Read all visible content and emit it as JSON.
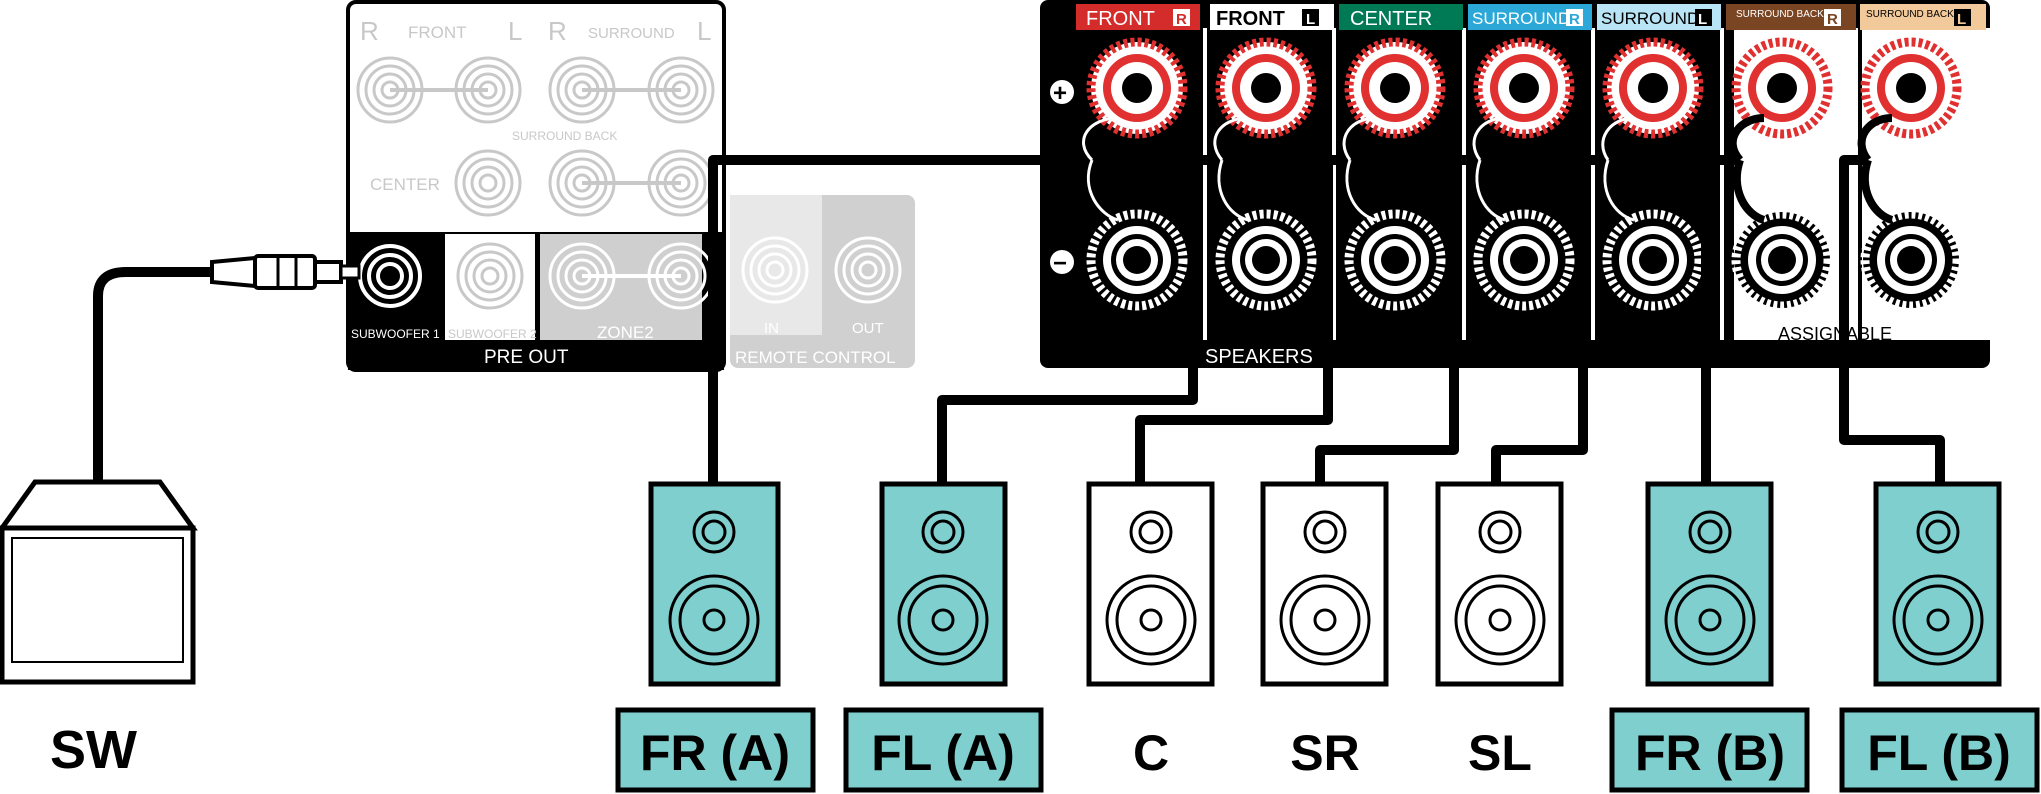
{
  "preout": {
    "front_r": "R",
    "front": "FRONT",
    "front_l": "L",
    "surround_r": "R",
    "surround": "SURROUND",
    "surround_l": "L",
    "surround_back": "SURROUND BACK",
    "center": "CENTER",
    "subwoofer1": "SUBWOOFER 1",
    "subwoofer2": "SUBWOOFER 2",
    "zone2": "ZONE2",
    "bar_label": "PRE OUT"
  },
  "remote": {
    "in": "IN",
    "out": "OUT",
    "bar_label": "REMOTE CONTROL"
  },
  "speaker_terminals": {
    "channels": [
      {
        "label": "FRONT",
        "side": "R",
        "color": "#d42b2b",
        "text_color": "#ffffff"
      },
      {
        "label": "FRONT",
        "side": "L",
        "color": "#ffffff",
        "text_color": "#000000"
      },
      {
        "label": "CENTER",
        "side": "",
        "color": "#007a55",
        "text_color": "#ffffff"
      },
      {
        "label": "SURROUND",
        "side": "R",
        "color": "#2ba8d8",
        "text_color": "#ffffff"
      },
      {
        "label": "SURROUND",
        "side": "L",
        "color": "#b8e4f5",
        "text_color": "#000000"
      },
      {
        "label": "SURROUND BACK",
        "side": "R",
        "color": "#7a4522",
        "text_color": "#ffffff"
      },
      {
        "label": "SURROUND BACK",
        "side": "L",
        "color": "#f2c99a",
        "text_color": "#000000"
      }
    ],
    "plus": "+",
    "minus": "−",
    "bottom_speakers": "SPEAKERS",
    "bottom_assignable": "ASSIGNABLE"
  },
  "speakers": [
    {
      "label": "FR (A)",
      "highlighted": true
    },
    {
      "label": "FL (A)",
      "highlighted": true
    },
    {
      "label": "C",
      "highlighted": false
    },
    {
      "label": "SR",
      "highlighted": false
    },
    {
      "label": "SL",
      "highlighted": false
    },
    {
      "label": "FR (B)",
      "highlighted": true
    },
    {
      "label": "FL (B)",
      "highlighted": true
    }
  ],
  "subwoofer": {
    "label": "SW"
  },
  "colors": {
    "highlight": "#7fcfcf",
    "panel_gray": "#e8e8e8",
    "jack_gray": "#c8c8c8"
  }
}
